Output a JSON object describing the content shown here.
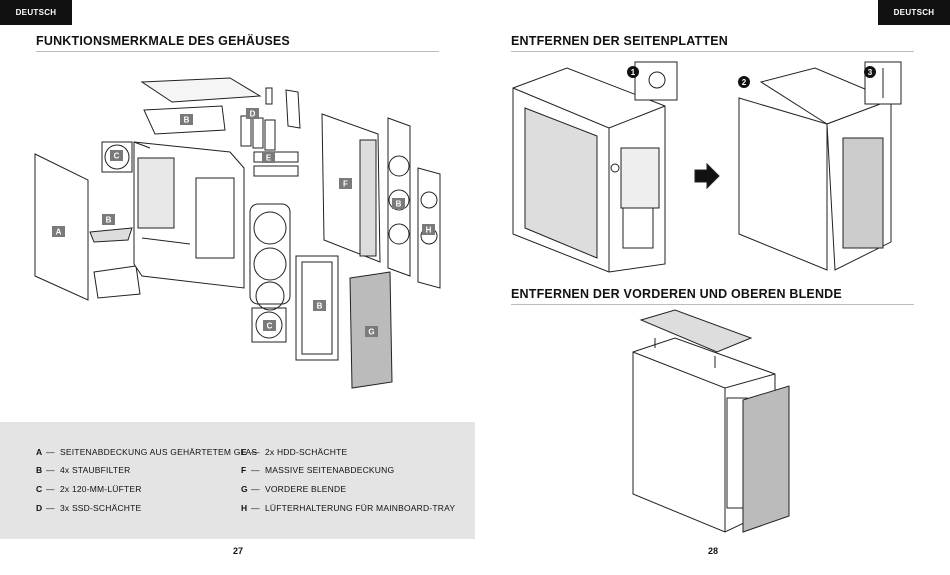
{
  "left_page": {
    "language_tab": "DEUTSCH",
    "heading": "FUNKTIONSMERKMALE DES GEHÄUSES",
    "callouts": [
      "A",
      "B",
      "B",
      "B",
      "B",
      "C",
      "C",
      "D",
      "E",
      "F",
      "G",
      "H"
    ],
    "legend": [
      {
        "key": "A",
        "text": "SEITENABDECKUNG AUS GEHÄRTETEM GLAS"
      },
      {
        "key": "B",
        "text": "4x STAUBFILTER"
      },
      {
        "key": "C",
        "text": "2x 120-MM-LÜFTER"
      },
      {
        "key": "D",
        "text": "3x SSD-SCHÄCHTE"
      },
      {
        "key": "E",
        "text": "2x HDD-SCHÄCHTE"
      },
      {
        "key": "F",
        "text": "MASSIVE SEITENABDECKUNG"
      },
      {
        "key": "G",
        "text": "VORDERE BLENDE"
      },
      {
        "key": "H",
        "text": "LÜFTERHALTERUNG FÜR MAINBOARD-TRAY"
      }
    ],
    "legend_separator": "—",
    "page_number": "27"
  },
  "right_page": {
    "language_tab": "DEUTSCH",
    "heading_side_panels": "ENTFERNEN DER SEITENPLATTEN",
    "heading_front_top": "ENTFERNEN DER VORDEREN UND OBEREN BLENDE",
    "steps": [
      "1",
      "2",
      "3"
    ],
    "page_number": "28"
  },
  "colors": {
    "text": "#111111",
    "legend_bg": "#e4e4e4",
    "rule": "#bdbdbd",
    "badge": "#7a7a7a"
  }
}
